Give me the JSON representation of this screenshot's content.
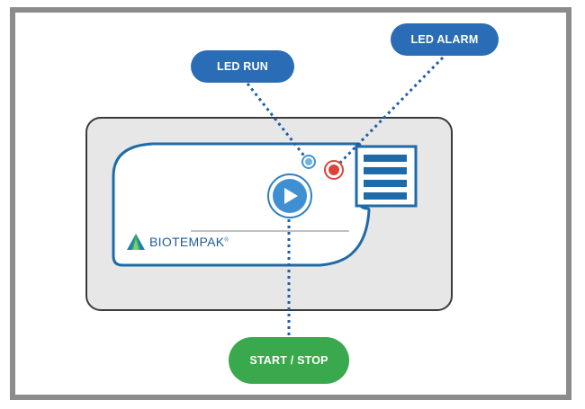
{
  "labels": {
    "led_run": "LED RUN",
    "led_alarm": "LED ALARM",
    "start_stop": "START / STOP"
  },
  "brand": {
    "name": "BIOTEMPAK",
    "mark": "®"
  },
  "colors": {
    "blue_pill": "#2a6cb5",
    "green_pill": "#3aa84c",
    "device_outline": "#1f6aa8",
    "led_run": "#3f95d6",
    "led_alarm": "#d9453a",
    "frame": "#8a8a8a",
    "housing": "#e6e6e6"
  },
  "icons": {
    "button": "play-icon",
    "logo": "logo-triangle-icon"
  }
}
